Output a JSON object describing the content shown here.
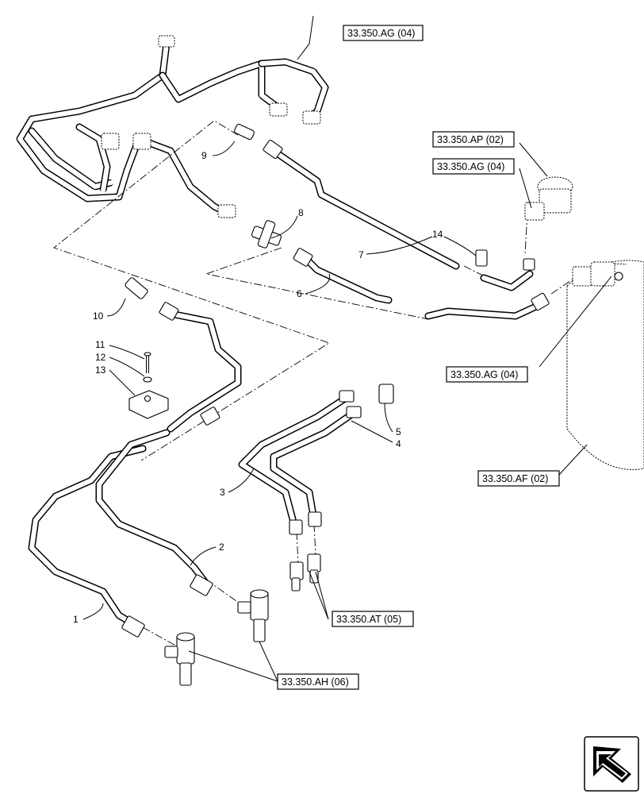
{
  "callouts": {
    "c1": "1",
    "c2": "2",
    "c3": "3",
    "c4": "4",
    "c5": "5",
    "c6": "6",
    "c7": "7",
    "c8": "8",
    "c9": "9",
    "c10": "10",
    "c11": "11",
    "c12": "12",
    "c13": "13",
    "c14": "14"
  },
  "references": {
    "ag_top": "33.350.AG (04)",
    "ap": "33.350.AP (02)",
    "ag_valve": "33.350.AG (04)",
    "ag_tank": "33.350.AG (04)",
    "af": "33.350.AF (02)",
    "at": "33.350.AT (05)",
    "ah": "33.350.AH (06)"
  },
  "icons": {
    "nav": "arrow-back-icon"
  }
}
